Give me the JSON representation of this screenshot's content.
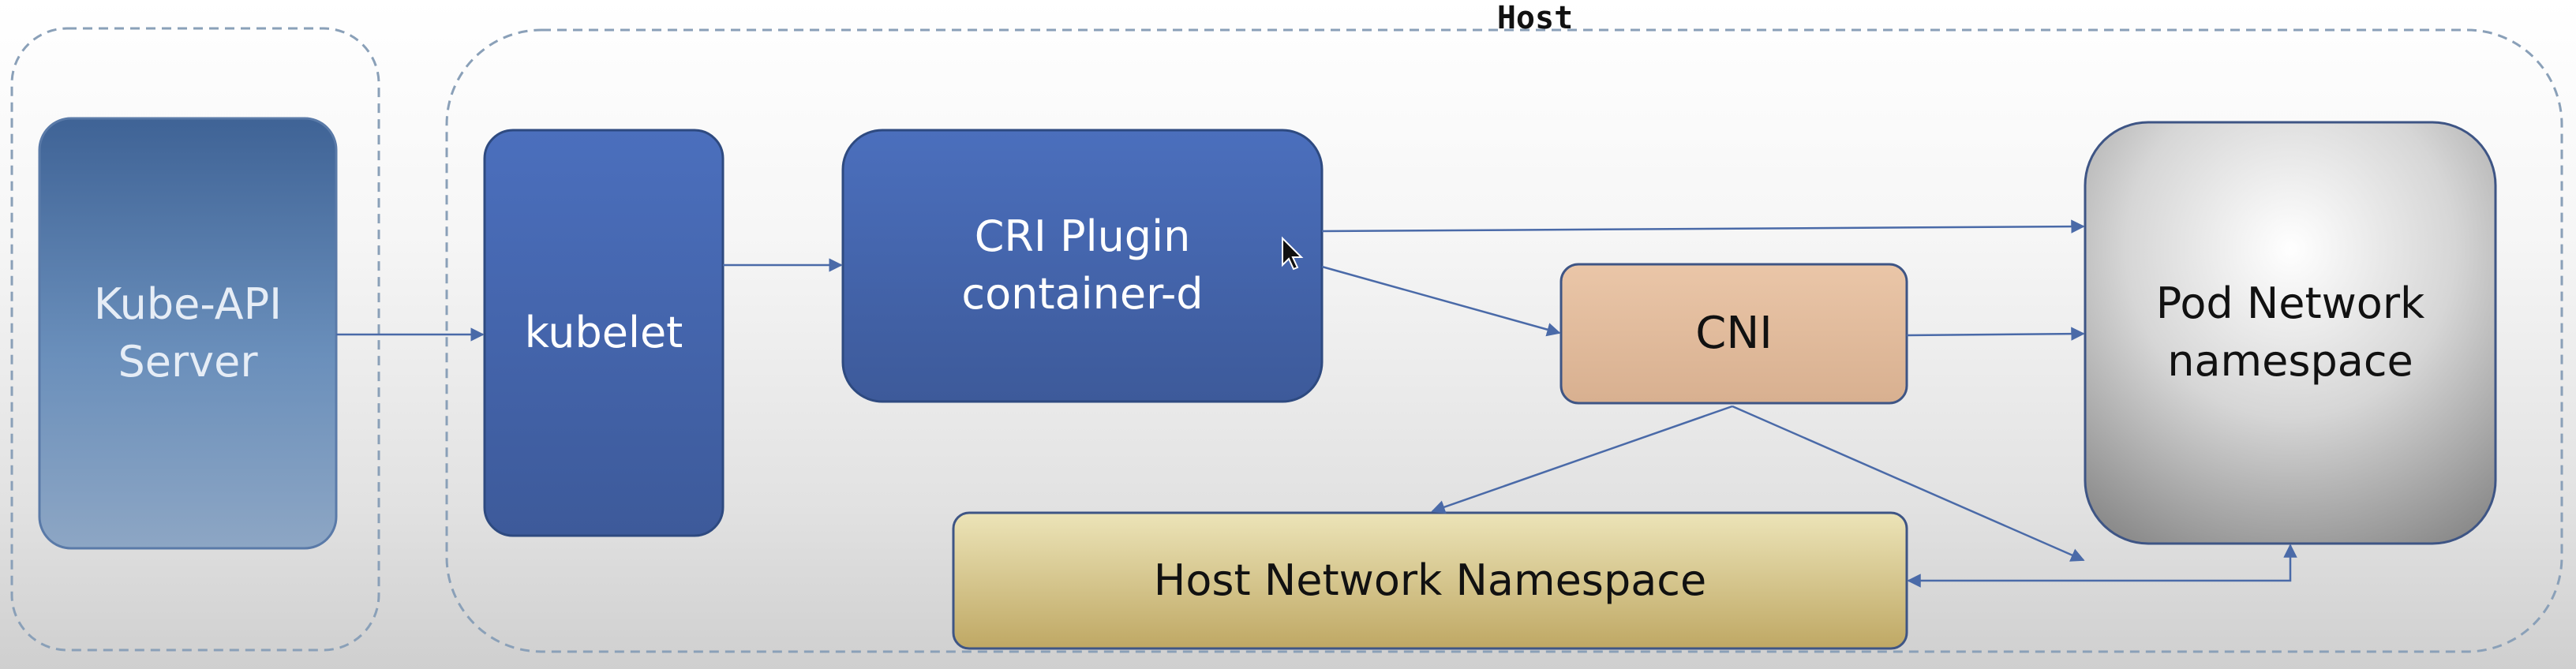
{
  "host": {
    "title": "Host"
  },
  "nodes": {
    "kube_api": {
      "label": "Kube-API\nServer"
    },
    "kubelet": {
      "label": "kubelet"
    },
    "cri": {
      "label": "CRI Plugin\ncontainer-d"
    },
    "cni": {
      "label": "CNI"
    },
    "pod_ns": {
      "label": "Pod Network\nnamespace"
    },
    "host_ns": {
      "label": "Host Network Namespace"
    }
  },
  "colors": {
    "blue_box": "#4466b0",
    "cni_box": "#e2bea0",
    "host_ns_box": "#c9b678",
    "pod_ns_box": "#a8a8a8",
    "arrow": "#4a6aa8",
    "dashed_border": "#8aa0b8"
  },
  "cursor": {
    "icon": "mouse-pointer-icon"
  }
}
